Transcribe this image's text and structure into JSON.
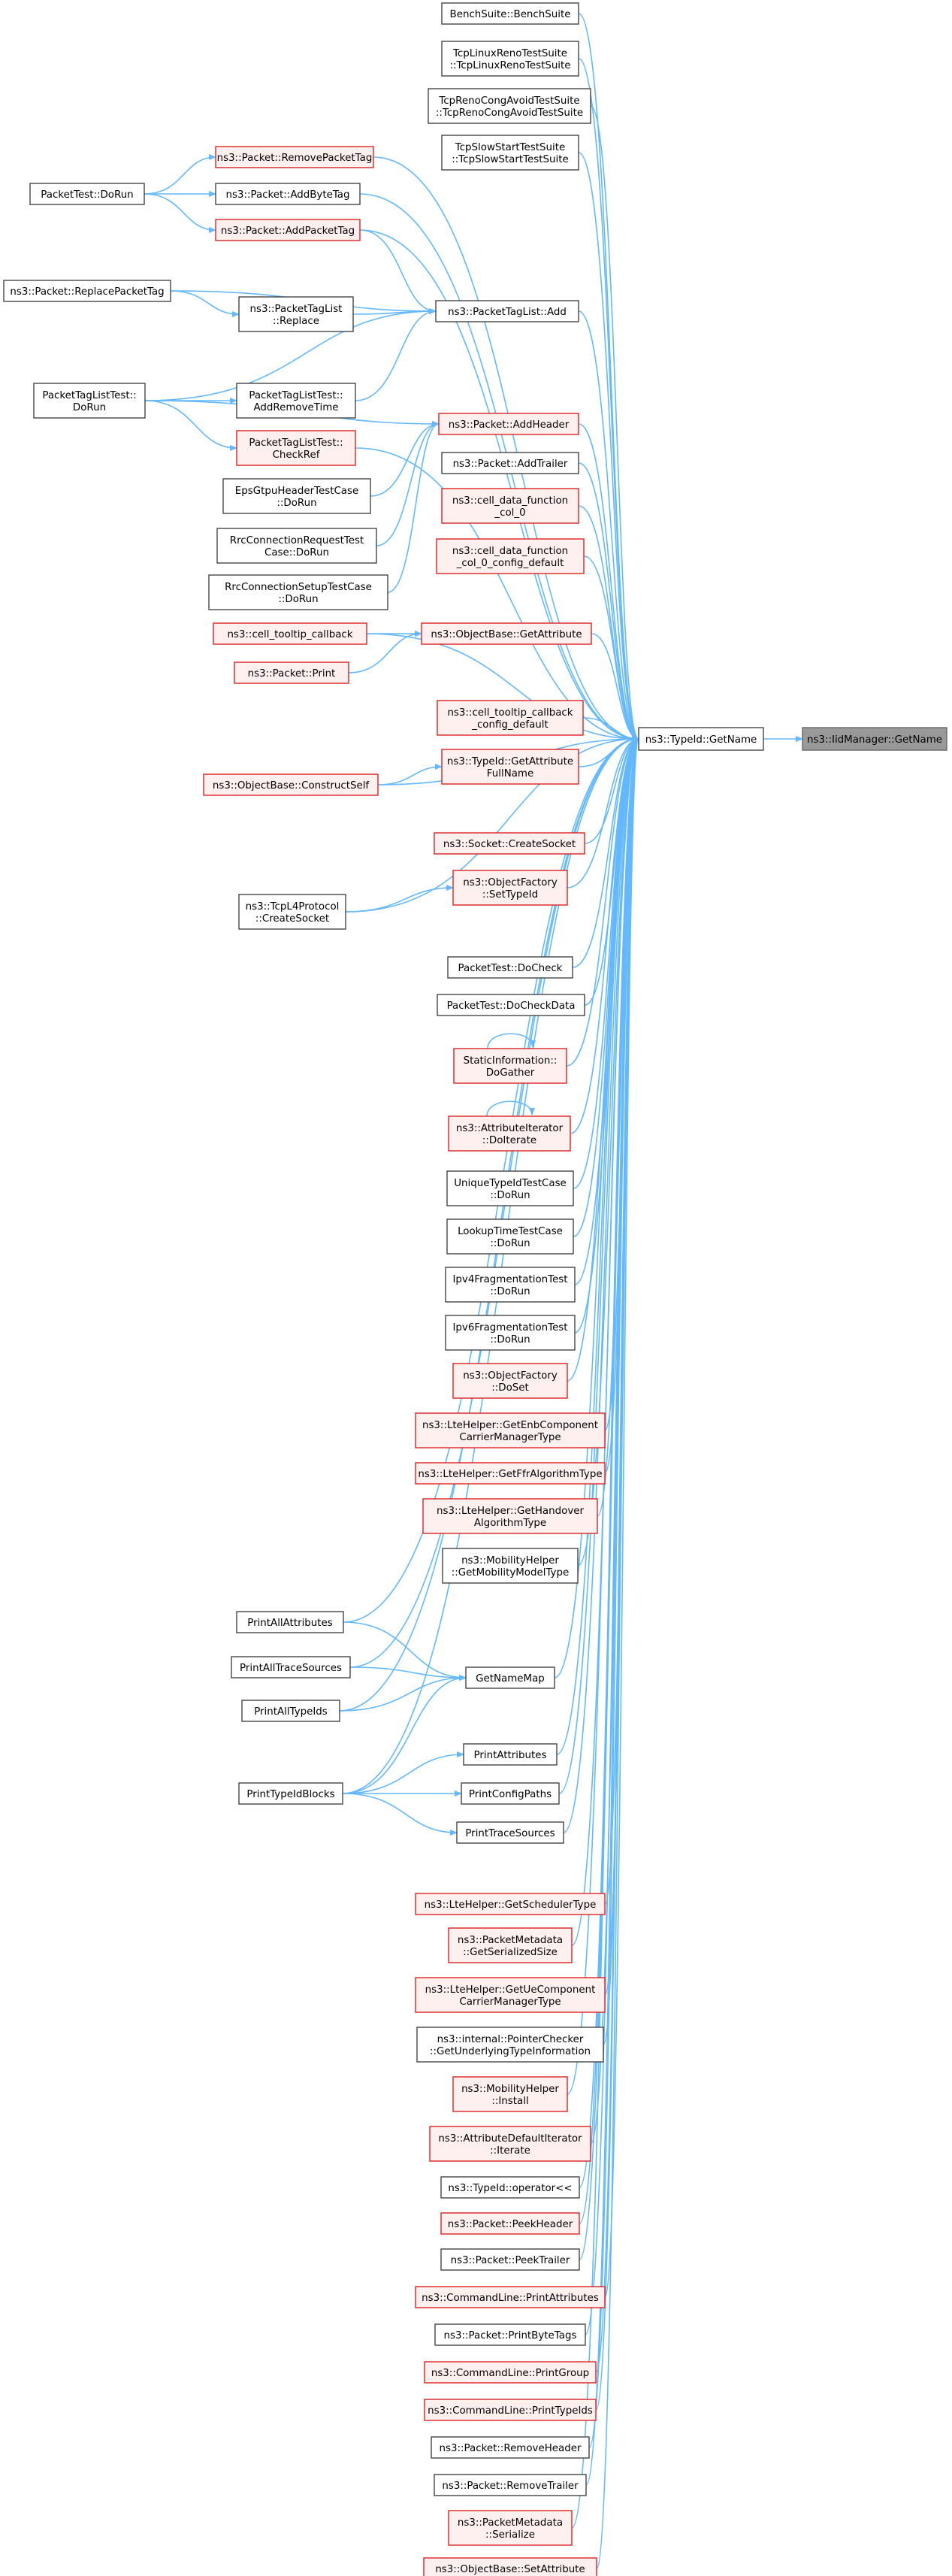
{
  "colors": {
    "edge": "#63b8ff",
    "node_border_plain": "#444444",
    "node_border_truncated": "#dd2222",
    "node_fill_truncated": "#fff0f0",
    "root_fill": "#999999"
  },
  "graph": {
    "type": "doxygen-caller-graph",
    "root": "root",
    "nodes": [
      {
        "id": "root",
        "label": [
          "ns3::IidManager::GetName"
        ],
        "style": "root"
      },
      {
        "id": "gn",
        "label": [
          "ns3::TypeId::GetName"
        ],
        "style": "plain"
      },
      {
        "id": "bench",
        "label": [
          "BenchSuite::BenchSuite"
        ],
        "style": "plain"
      },
      {
        "id": "tcplr",
        "label": [
          "TcpLinuxRenoTestSuite",
          "::TcpLinuxRenoTestSuite"
        ],
        "style": "plain"
      },
      {
        "id": "tcprc",
        "label": [
          "TcpRenoCongAvoidTestSuite",
          "::TcpRenoCongAvoidTestSuite"
        ],
        "style": "plain"
      },
      {
        "id": "tcpss",
        "label": [
          "TcpSlowStartTestSuite",
          "::TcpSlowStartTestSuite"
        ],
        "style": "plain"
      },
      {
        "id": "rmpt",
        "label": [
          "ns3::Packet::RemovePacketTag"
        ],
        "style": "red"
      },
      {
        "id": "ptdorun",
        "label": [
          "PacketTest::DoRun"
        ],
        "style": "plain"
      },
      {
        "id": "abt",
        "label": [
          "ns3::Packet::AddByteTag"
        ],
        "style": "plain"
      },
      {
        "id": "apt",
        "label": [
          "ns3::Packet::AddPacketTag"
        ],
        "style": "red"
      },
      {
        "id": "rplpt",
        "label": [
          "ns3::Packet::ReplacePacketTag"
        ],
        "style": "plain"
      },
      {
        "id": "ptlrep",
        "label": [
          "ns3::PacketTagList",
          "::Replace"
        ],
        "style": "plain"
      },
      {
        "id": "ptladd",
        "label": [
          "ns3::PacketTagList::Add"
        ],
        "style": "plain"
      },
      {
        "id": "ptltdorun",
        "label": [
          "PacketTagListTest::",
          "DoRun"
        ],
        "style": "plain"
      },
      {
        "id": "ptltart",
        "label": [
          "PacketTagListTest::",
          "AddRemoveTime"
        ],
        "style": "plain"
      },
      {
        "id": "ptltcr",
        "label": [
          "PacketTagListTest::",
          "CheckRef"
        ],
        "style": "red"
      },
      {
        "id": "addh",
        "label": [
          "ns3::Packet::AddHeader"
        ],
        "style": "red"
      },
      {
        "id": "eps",
        "label": [
          "EpsGtpuHeaderTestCase",
          "::DoRun"
        ],
        "style": "plain"
      },
      {
        "id": "addt",
        "label": [
          "ns3::Packet::AddTrailer"
        ],
        "style": "plain"
      },
      {
        "id": "rrcreq",
        "label": [
          "RrcConnectionRequestTest",
          "Case::DoRun"
        ],
        "style": "plain"
      },
      {
        "id": "cdf0",
        "label": [
          "ns3::cell_data_function",
          "_col_0"
        ],
        "style": "red"
      },
      {
        "id": "cdf0cd",
        "label": [
          "ns3::cell_data_function",
          "_col_0_config_default"
        ],
        "style": "red"
      },
      {
        "id": "rrcsetup",
        "label": [
          "RrcConnectionSetupTestCase",
          "::DoRun"
        ],
        "style": "plain"
      },
      {
        "id": "ctc",
        "label": [
          "ns3::cell_tooltip_callback"
        ],
        "style": "red"
      },
      {
        "id": "obga",
        "label": [
          "ns3::ObjectBase::GetAttribute"
        ],
        "style": "red"
      },
      {
        "id": "pprint",
        "label": [
          "ns3::Packet::Print"
        ],
        "style": "red"
      },
      {
        "id": "ctccd",
        "label": [
          "ns3::cell_tooltip_callback",
          "_config_default"
        ],
        "style": "red"
      },
      {
        "id": "tigafn",
        "label": [
          "ns3::TypeId::GetAttribute",
          "FullName"
        ],
        "style": "red"
      },
      {
        "id": "obcs",
        "label": [
          "ns3::ObjectBase::ConstructSelf"
        ],
        "style": "red"
      },
      {
        "id": "sockcs",
        "label": [
          "ns3::Socket::CreateSocket"
        ],
        "style": "red"
      },
      {
        "id": "ofsti",
        "label": [
          "ns3::ObjectFactory",
          "::SetTypeId"
        ],
        "style": "red"
      },
      {
        "id": "tcpl4",
        "label": [
          "ns3::TcpL4Protocol",
          "::CreateSocket"
        ],
        "style": "plain"
      },
      {
        "id": "ptdc",
        "label": [
          "PacketTest::DoCheck"
        ],
        "style": "plain"
      },
      {
        "id": "ptdcd",
        "label": [
          "PacketTest::DoCheckData"
        ],
        "style": "plain"
      },
      {
        "id": "sidg",
        "label": [
          "StaticInformation::",
          "DoGather"
        ],
        "style": "red"
      },
      {
        "id": "aidi",
        "label": [
          "ns3::AttributeIterator",
          "::DoIterate"
        ],
        "style": "red"
      },
      {
        "id": "utid",
        "label": [
          "UniqueTypeIdTestCase",
          "::DoRun"
        ],
        "style": "plain"
      },
      {
        "id": "ltt",
        "label": [
          "LookupTimeTestCase",
          "::DoRun"
        ],
        "style": "plain"
      },
      {
        "id": "ipv4f",
        "label": [
          "Ipv4FragmentationTest",
          "::DoRun"
        ],
        "style": "plain"
      },
      {
        "id": "ipv6f",
        "label": [
          "Ipv6FragmentationTest",
          "::DoRun"
        ],
        "style": "plain"
      },
      {
        "id": "ofds",
        "label": [
          "ns3::ObjectFactory",
          "::DoSet"
        ],
        "style": "red"
      },
      {
        "id": "ltegecm",
        "label": [
          "ns3::LteHelper::GetEnbComponent",
          "CarrierManagerType"
        ],
        "style": "red"
      },
      {
        "id": "ltegffr",
        "label": [
          "ns3::LteHelper::GetFfrAlgorithmType"
        ],
        "style": "red"
      },
      {
        "id": "ltegho",
        "label": [
          "ns3::LteHelper::GetHandover",
          "AlgorithmType"
        ],
        "style": "red"
      },
      {
        "id": "mhgmmt",
        "label": [
          "ns3::MobilityHelper",
          "::GetMobilityModelType"
        ],
        "style": "plain"
      },
      {
        "id": "paa",
        "label": [
          "PrintAllAttributes"
        ],
        "style": "plain"
      },
      {
        "id": "pats",
        "label": [
          "PrintAllTraceSources"
        ],
        "style": "plain"
      },
      {
        "id": "gnm",
        "label": [
          "GetNameMap"
        ],
        "style": "plain"
      },
      {
        "id": "pati",
        "label": [
          "PrintAllTypeIds"
        ],
        "style": "plain"
      },
      {
        "id": "pattr",
        "label": [
          "PrintAttributes"
        ],
        "style": "plain"
      },
      {
        "id": "ptib",
        "label": [
          "PrintTypeIdBlocks"
        ],
        "style": "plain"
      },
      {
        "id": "pcp",
        "label": [
          "PrintConfigPaths"
        ],
        "style": "plain"
      },
      {
        "id": "pts",
        "label": [
          "PrintTraceSources"
        ],
        "style": "plain"
      },
      {
        "id": "ltegst",
        "label": [
          "ns3::LteHelper::GetSchedulerType"
        ],
        "style": "red"
      },
      {
        "id": "pmgss",
        "label": [
          "ns3::PacketMetadata",
          "::GetSerializedSize"
        ],
        "style": "red"
      },
      {
        "id": "ltegucm",
        "label": [
          "ns3::LteHelper::GetUeComponent",
          "CarrierManagerType"
        ],
        "style": "red"
      },
      {
        "id": "pcgut",
        "label": [
          "ns3::internal::PointerChecker",
          "::GetUnderlyingTypeInformation"
        ],
        "style": "plain"
      },
      {
        "id": "mhi",
        "label": [
          "ns3::MobilityHelper",
          "::Install"
        ],
        "style": "red"
      },
      {
        "id": "adii",
        "label": [
          "ns3::AttributeDefaultIterator",
          "::Iterate"
        ],
        "style": "red"
      },
      {
        "id": "tiop",
        "label": [
          "ns3::TypeId::operator<<"
        ],
        "style": "plain"
      },
      {
        "id": "pph",
        "label": [
          "ns3::Packet::PeekHeader"
        ],
        "style": "red"
      },
      {
        "id": "ppt",
        "label": [
          "ns3::Packet::PeekTrailer"
        ],
        "style": "plain"
      },
      {
        "id": "clpa",
        "label": [
          "ns3::CommandLine::PrintAttributes"
        ],
        "style": "red"
      },
      {
        "id": "ppbt",
        "label": [
          "ns3::Packet::PrintByteTags"
        ],
        "style": "plain"
      },
      {
        "id": "clpg",
        "label": [
          "ns3::CommandLine::PrintGroup"
        ],
        "style": "red"
      },
      {
        "id": "clpti",
        "label": [
          "ns3::CommandLine::PrintTypeIds"
        ],
        "style": "red"
      },
      {
        "id": "prh",
        "label": [
          "ns3::Packet::RemoveHeader"
        ],
        "style": "plain"
      },
      {
        "id": "prt",
        "label": [
          "ns3::Packet::RemoveTrailer"
        ],
        "style": "plain"
      },
      {
        "id": "pmser",
        "label": [
          "ns3::PacketMetadata",
          "::Serialize"
        ],
        "style": "red"
      },
      {
        "id": "obsa",
        "label": [
          "ns3::ObjectBase::SetAttribute"
        ],
        "style": "red"
      }
    ],
    "edges": [
      {
        "from": "gn",
        "to": "root"
      },
      {
        "from": "bench",
        "to": "gn"
      },
      {
        "from": "tcplr",
        "to": "gn"
      },
      {
        "from": "tcprc",
        "to": "gn"
      },
      {
        "from": "tcpss",
        "to": "gn"
      },
      {
        "from": "rmpt",
        "to": "gn"
      },
      {
        "from": "abt",
        "to": "gn"
      },
      {
        "from": "apt",
        "to": "gn"
      },
      {
        "from": "ptladd",
        "to": "gn"
      },
      {
        "from": "ptltcr",
        "to": "gn"
      },
      {
        "from": "addh",
        "to": "gn"
      },
      {
        "from": "addt",
        "to": "gn"
      },
      {
        "from": "cdf0",
        "to": "gn"
      },
      {
        "from": "cdf0cd",
        "to": "gn"
      },
      {
        "from": "obga",
        "to": "gn"
      },
      {
        "from": "ctccd",
        "to": "gn"
      },
      {
        "from": "tigafn",
        "to": "gn"
      },
      {
        "from": "obcs",
        "to": "gn"
      },
      {
        "from": "sockcs",
        "to": "gn"
      },
      {
        "from": "ofsti",
        "to": "gn"
      },
      {
        "from": "tcpl4",
        "to": "gn"
      },
      {
        "from": "ptdc",
        "to": "gn"
      },
      {
        "from": "ptdcd",
        "to": "gn"
      },
      {
        "from": "sidg",
        "to": "gn"
      },
      {
        "from": "aidi",
        "to": "gn"
      },
      {
        "from": "utid",
        "to": "gn"
      },
      {
        "from": "ltt",
        "to": "gn"
      },
      {
        "from": "ipv4f",
        "to": "gn"
      },
      {
        "from": "ipv6f",
        "to": "gn"
      },
      {
        "from": "ofds",
        "to": "gn"
      },
      {
        "from": "ltegecm",
        "to": "gn"
      },
      {
        "from": "ltegffr",
        "to": "gn"
      },
      {
        "from": "ltegho",
        "to": "gn"
      },
      {
        "from": "mhgmmt",
        "to": "gn"
      },
      {
        "from": "paa",
        "to": "gn"
      },
      {
        "from": "pats",
        "to": "gn"
      },
      {
        "from": "gnm",
        "to": "gn"
      },
      {
        "from": "pati",
        "to": "gn"
      },
      {
        "from": "pattr",
        "to": "gn"
      },
      {
        "from": "pcp",
        "to": "gn"
      },
      {
        "from": "pts",
        "to": "gn"
      },
      {
        "from": "ptib",
        "to": "gn"
      },
      {
        "from": "ltegst",
        "to": "gn"
      },
      {
        "from": "pmgss",
        "to": "gn"
      },
      {
        "from": "ltegucm",
        "to": "gn"
      },
      {
        "from": "pcgut",
        "to": "gn"
      },
      {
        "from": "mhi",
        "to": "gn"
      },
      {
        "from": "adii",
        "to": "gn"
      },
      {
        "from": "tiop",
        "to": "gn"
      },
      {
        "from": "pph",
        "to": "gn"
      },
      {
        "from": "ppt",
        "to": "gn"
      },
      {
        "from": "clpa",
        "to": "gn"
      },
      {
        "from": "ppbt",
        "to": "gn"
      },
      {
        "from": "clpg",
        "to": "gn"
      },
      {
        "from": "clpti",
        "to": "gn"
      },
      {
        "from": "prh",
        "to": "gn"
      },
      {
        "from": "prt",
        "to": "gn"
      },
      {
        "from": "pmser",
        "to": "gn"
      },
      {
        "from": "obsa",
        "to": "gn"
      },
      {
        "from": "ptdorun",
        "to": "rmpt"
      },
      {
        "from": "ptdorun",
        "to": "abt"
      },
      {
        "from": "ptdorun",
        "to": "apt"
      },
      {
        "from": "rplpt",
        "to": "ptlrep"
      },
      {
        "from": "rplpt",
        "to": "ptladd"
      },
      {
        "from": "apt",
        "to": "ptladd"
      },
      {
        "from": "ptlrep",
        "to": "ptladd"
      },
      {
        "from": "ptltdorun",
        "to": "ptladd"
      },
      {
        "from": "ptltdorun",
        "to": "ptltart"
      },
      {
        "from": "ptltdorun",
        "to": "ptltcr"
      },
      {
        "from": "ptltart",
        "to": "ptladd"
      },
      {
        "from": "ptltdorun",
        "to": "addh"
      },
      {
        "from": "eps",
        "to": "addh"
      },
      {
        "from": "rrcreq",
        "to": "addh"
      },
      {
        "from": "rrcsetup",
        "to": "addh"
      },
      {
        "from": "ctc",
        "to": "obga"
      },
      {
        "from": "pprint",
        "to": "obga"
      },
      {
        "from": "ctc",
        "to": "gn"
      },
      {
        "from": "obcs",
        "to": "tigafn"
      },
      {
        "from": "tcpl4",
        "to": "ofsti"
      },
      {
        "from": "sidg",
        "to": "sidg"
      },
      {
        "from": "aidi",
        "to": "aidi"
      },
      {
        "from": "paa",
        "to": "gnm"
      },
      {
        "from": "pats",
        "to": "gnm"
      },
      {
        "from": "pati",
        "to": "gnm"
      },
      {
        "from": "ptib",
        "to": "gnm"
      },
      {
        "from": "ptib",
        "to": "pattr"
      },
      {
        "from": "ptib",
        "to": "pcp"
      },
      {
        "from": "ptib",
        "to": "pts"
      }
    ]
  }
}
